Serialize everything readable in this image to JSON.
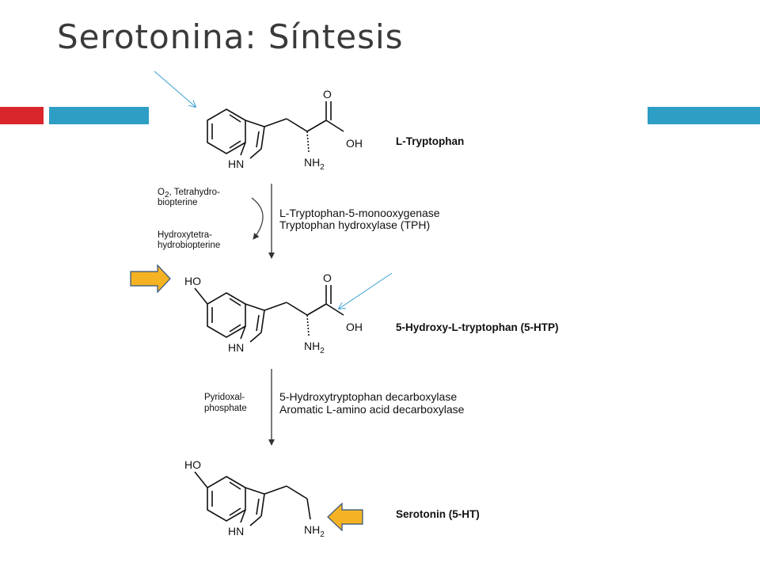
{
  "slide": {
    "title": "Serotonina: Síntesis",
    "accent_colors": {
      "red": "#d9262c",
      "blue": "#2e9ec4",
      "highlight_arrow": "#f5b324",
      "pointer_line": "#3aa0cf"
    }
  },
  "atoms": {
    "hn": "HN",
    "ho": "HO",
    "o": "O",
    "oh": "OH",
    "nh": "NH",
    "sub2": "2",
    "oxygen_sub": "2"
  },
  "compounds": {
    "tryptophan": "L-Tryptophan",
    "htp": "5-Hydroxy-L-tryptophan (5-HTP)",
    "serotonin": "Serotonin (5-HT)"
  },
  "step1": {
    "cofactor_in_prefix": "O",
    "cofactor_in_line1_rest": ", Tetrahydro-",
    "cofactor_in_line2": "biopterine",
    "cofactor_out_line1": "Hydroxytetra-",
    "cofactor_out_line2": "hydrobiopterine",
    "enzyme_line1": "L-Tryptophan-5-monooxygenase",
    "enzyme_line2": "Tryptophan hydroxylase (TPH)"
  },
  "step2": {
    "cofactor_line1": "Pyridoxal-",
    "cofactor_line2": "phosphate",
    "enzyme_line1": "5-Hydroxytryptophan decarboxylase",
    "enzyme_line2": "Aromatic L-amino acid decarboxylase"
  }
}
